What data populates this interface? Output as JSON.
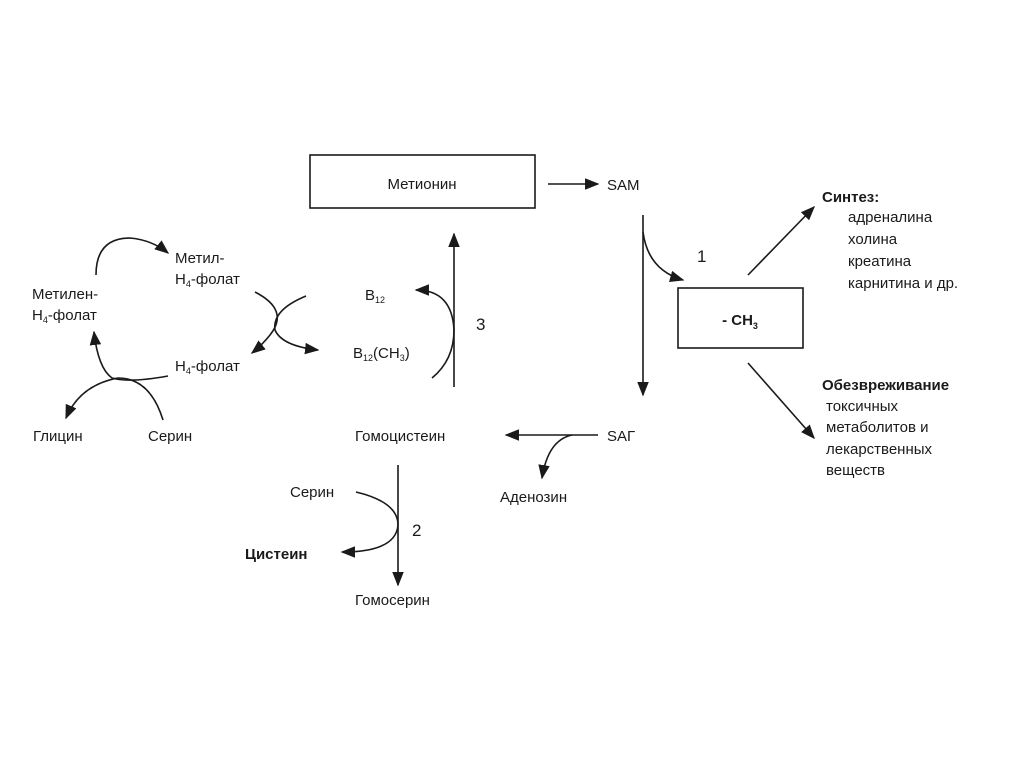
{
  "nodes": {
    "methionine": "Метионин",
    "sam": "SAM",
    "sah": "SAГ",
    "methyl_group": {
      "main": "- CH",
      "sub": "3"
    },
    "homocysteine": "Гомоцистеин",
    "adenosine": "Аденозин",
    "serine_2": "Серин",
    "cysteine": "Цистеин",
    "homoserine": "Гомосерин",
    "b12": {
      "main": "B",
      "sub": "12"
    },
    "b12_ch3": {
      "main": "B",
      "sub": "12",
      "rest": "(CH",
      "sub2": "3",
      "end": ")"
    },
    "methylene_thf": {
      "line1": "Метилен-",
      "h": "H",
      "sub": "4",
      "rest": "-фолат"
    },
    "methyl_thf": {
      "line1": "Метил-",
      "h": "H",
      "sub": "4",
      "rest": "-фолат"
    },
    "thf": {
      "h": "H",
      "sub": "4",
      "rest": "-фолат"
    },
    "glycine": "Глицин",
    "serine_1": "Серин"
  },
  "reactions": {
    "r1": "1",
    "r2": "2",
    "r3": "3"
  },
  "synthesis": {
    "title": "Синтез:",
    "items": [
      "адреналина",
      "холина",
      "креатина",
      "карнитина и др."
    ]
  },
  "detox": {
    "title": "Обезвреживание",
    "items": [
      "токсичных",
      "метаболитов и",
      "лекарственных",
      "веществ"
    ]
  }
}
